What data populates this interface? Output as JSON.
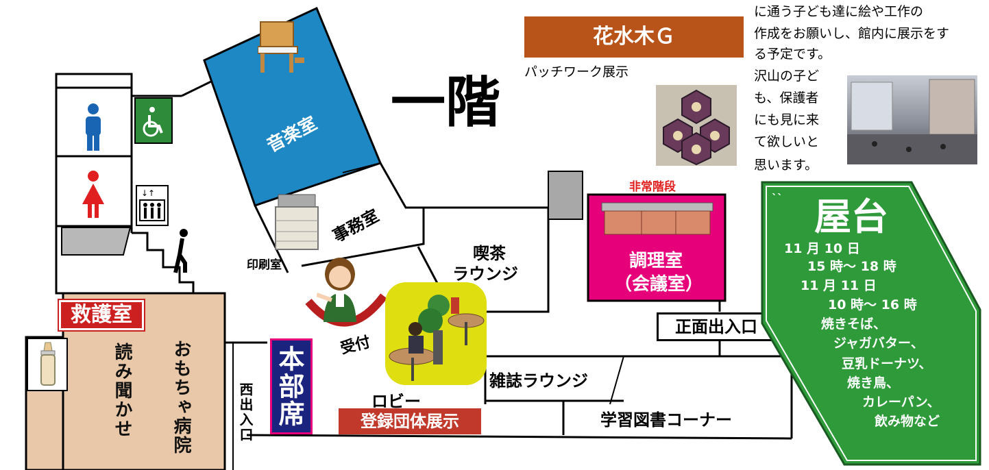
{
  "colors": {
    "music_room": "#1e88c4",
    "toilet_green": "#2e8b3a",
    "male_blue": "#1a64b4",
    "female_red": "#e02020",
    "room_tan": "#e8c8a8",
    "kitchen_pink": "#e6007a",
    "red_label": "#cc1f1f",
    "hq_navy": "#1a237e",
    "hanamizuki_brown": "#b8541a",
    "stall_green": "#2e9a3a",
    "lobby_yellow": "#dede10"
  },
  "floor_title": "一階",
  "rooms": {
    "music_room": "音楽室",
    "office": "事務室",
    "print_room": "印刷室",
    "reception": "受付",
    "cafe_lounge_line1": "喫茶",
    "cafe_lounge_line2": "ラウンジ",
    "cooking_room_line1": "調理室",
    "cooking_room_line2": "（会議室）",
    "emergency_stairs": "非常階段",
    "front_entrance": "正面出入口",
    "magazine_lounge": "雑誌ラウンジ",
    "study_corner": "学習図書コーナー",
    "lobby": "ロビー",
    "registered_groups_exhibit": "登録団体展示",
    "headquarters_seat": "本部席",
    "west_entrance": "西出入口",
    "first_aid_room": "救護室",
    "reading_aloud": "読み聞かせ",
    "toy_hospital": "おもちゃ病院"
  },
  "icons": {
    "piano": "piano-icon",
    "wheelchair": "wheelchair-icon",
    "male": "male-toilet-icon",
    "female": "female-toilet-icon",
    "elevator": "elevator-icon",
    "stairs": "stairs-icon",
    "copier": "copier-icon",
    "receptionist": "receptionist-icon",
    "baby_bottle": "baby-bottle-icon",
    "kitchen": "kitchen-counter-icon",
    "lounge": "cafe-lounge-icon"
  },
  "hanamizuki": {
    "title": "花水木Ｇ",
    "subtitle": "パッチワーク展示"
  },
  "notice": {
    "line1": "に通う子ども達に絵や工作の",
    "line2": "作成をお願いし、館内に展示をす",
    "line3": "る予定です。",
    "line4": "沢山の子ど",
    "line5": "も、保護者",
    "line6": "にも見に来",
    "line7": "て欲しいと",
    "line8": "思います。"
  },
  "stalls": {
    "title": "屋台",
    "marks": "``",
    "lines": [
      "11 月 10 日",
      "15 時～ 18 時",
      "11 月 11 日",
      "10 時～ 16 時",
      "焼きそば、",
      "ジャガバター、",
      "豆乳ドーナツ、",
      "焼き鳥、",
      "カレーパン、",
      "飲み物など"
    ]
  }
}
